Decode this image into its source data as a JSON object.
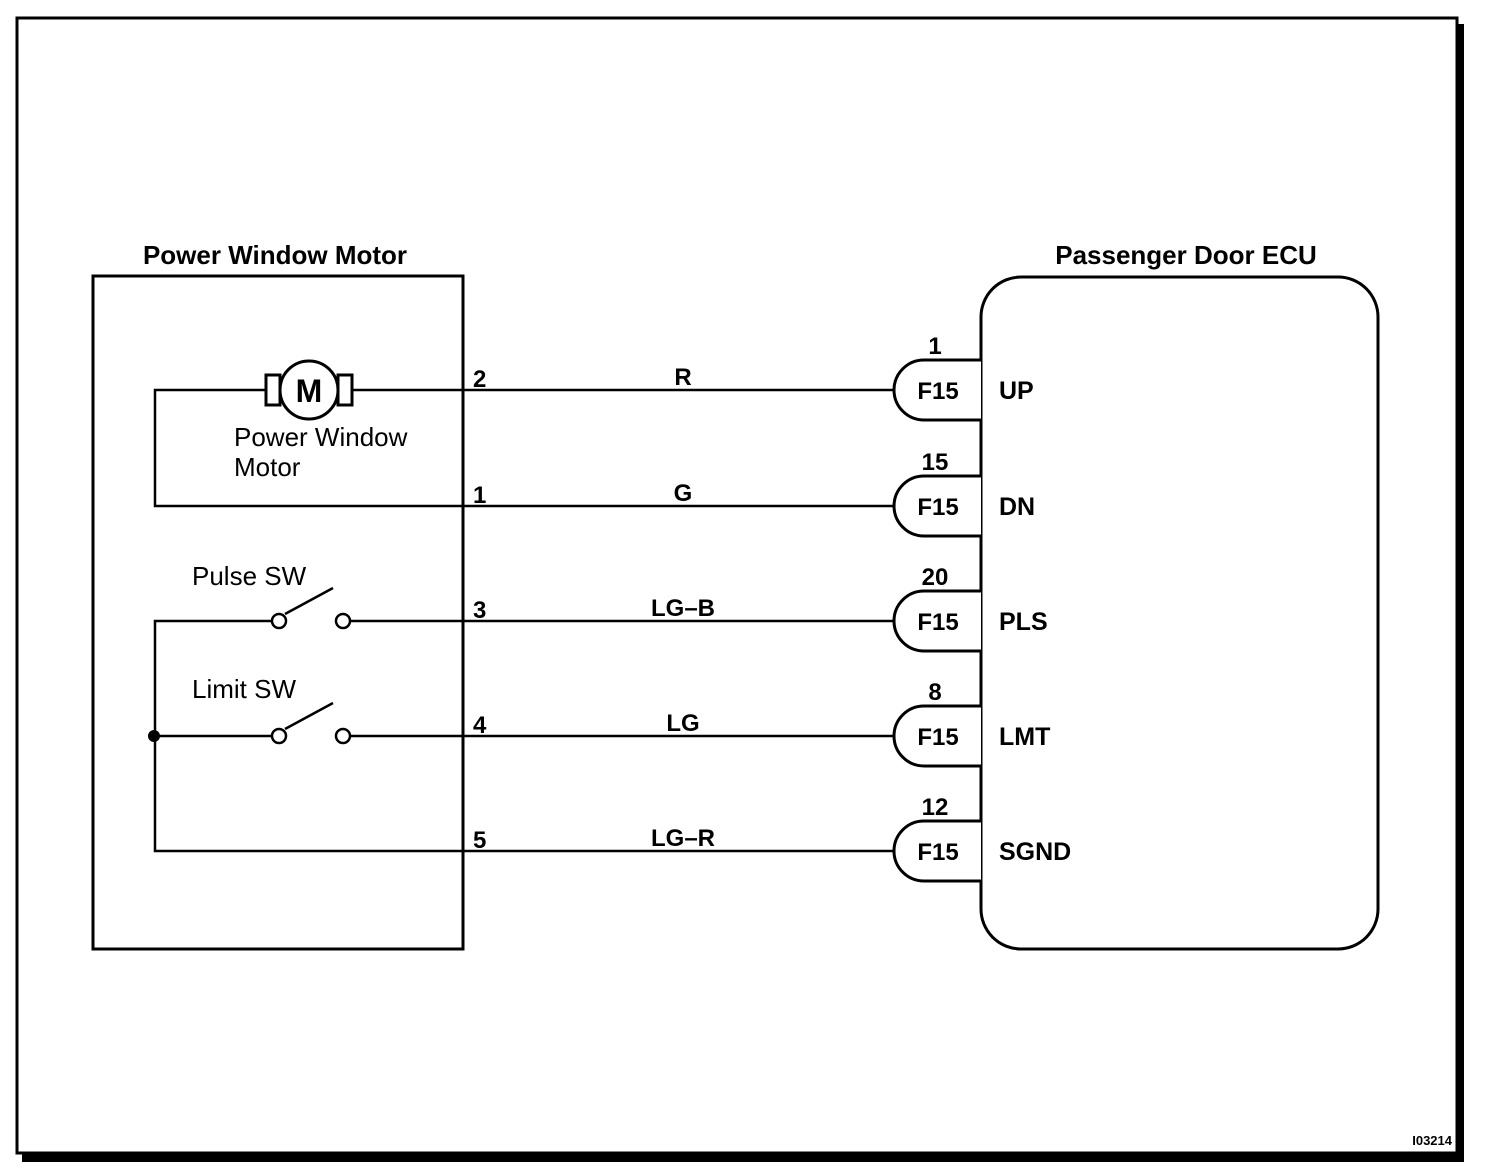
{
  "motor_unit": {
    "title": "Power Window Motor",
    "motor_symbol": "M",
    "motor_label_line1": "Power Window",
    "motor_label_line2": "Motor",
    "pulse_sw_label": "Pulse SW",
    "limit_sw_label": "Limit SW"
  },
  "ecu": {
    "title": "Passenger Door ECU"
  },
  "wires": [
    {
      "pin": "2",
      "color_code": "R",
      "connector": "F15",
      "ecu_pin": "1",
      "terminal": "UP"
    },
    {
      "pin": "1",
      "color_code": "G",
      "connector": "F15",
      "ecu_pin": "15",
      "terminal": "DN"
    },
    {
      "pin": "3",
      "color_code": "LG–B",
      "connector": "F15",
      "ecu_pin": "20",
      "terminal": "PLS"
    },
    {
      "pin": "4",
      "color_code": "LG",
      "connector": "F15",
      "ecu_pin": "8",
      "terminal": "LMT"
    },
    {
      "pin": "5",
      "color_code": "LG–R",
      "connector": "F15",
      "ecu_pin": "12",
      "terminal": "SGND"
    }
  ],
  "figure_code": "I03214"
}
